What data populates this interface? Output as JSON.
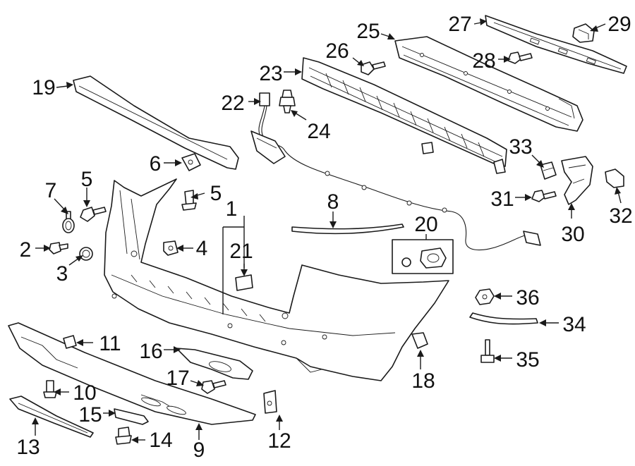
{
  "diagram": {
    "colors": {
      "line": "#1a1a1a",
      "background": "#ffffff",
      "text": "#111111"
    },
    "callouts": [
      "1",
      "2",
      "3",
      "4",
      "5",
      "5",
      "6",
      "7",
      "8",
      "9",
      "10",
      "11",
      "12",
      "13",
      "14",
      "15",
      "16",
      "17",
      "18",
      "19",
      "20",
      "21",
      "22",
      "23",
      "24",
      "25",
      "26",
      "27",
      "28",
      "29",
      "30",
      "31",
      "32",
      "33",
      "34",
      "35",
      "36"
    ]
  }
}
